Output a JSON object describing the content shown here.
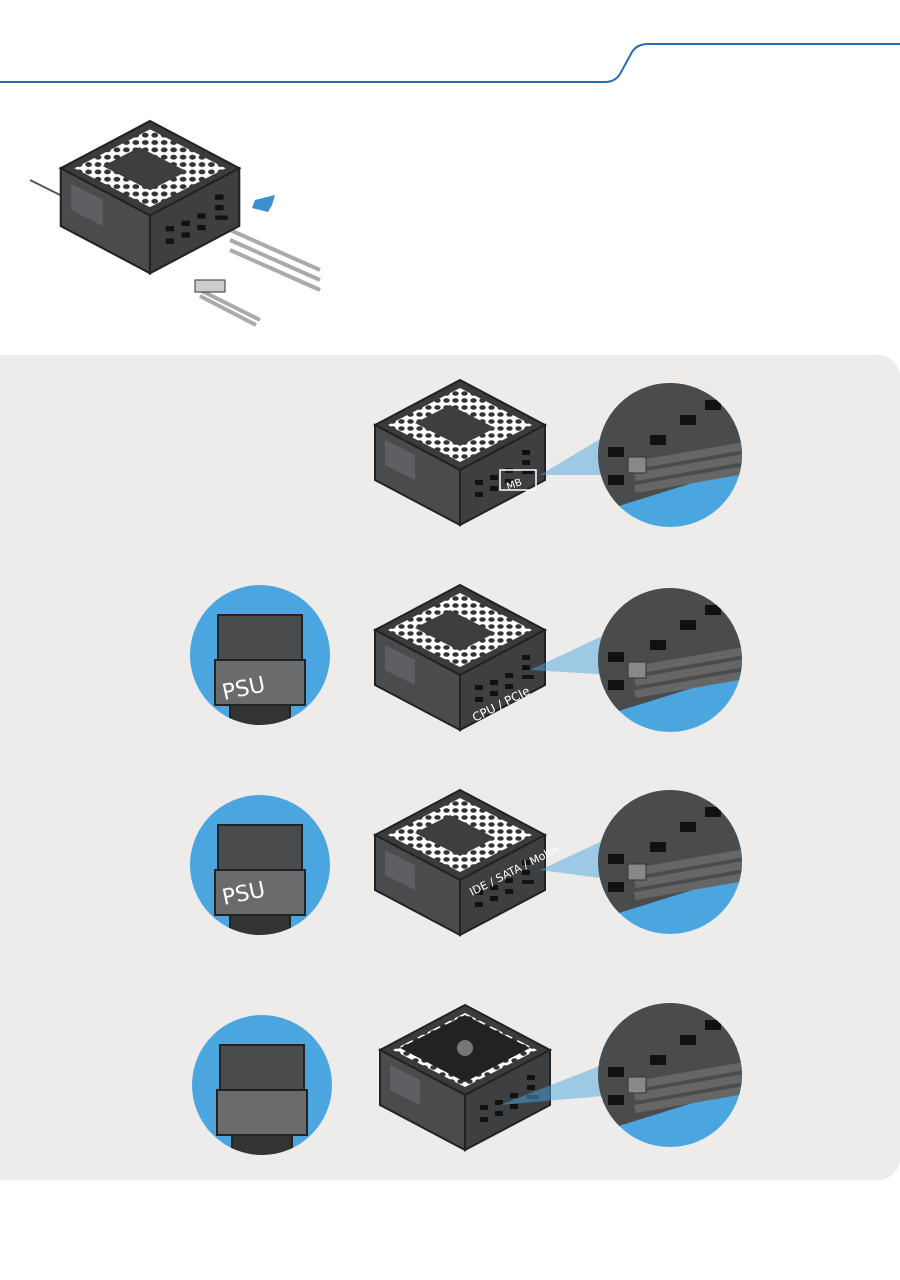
{
  "colors": {
    "accent": "#2a6cb0",
    "circle": "#4ba6e0",
    "panel": "#eeeceb",
    "psu": "#4a4b4d"
  },
  "rows": [
    {
      "port_label": "MB"
    },
    {
      "port_label": "CPU / PCIe",
      "connector_label": "PSU"
    },
    {
      "port_label": "IDE / SATA / Molex",
      "connector_label": "PSU"
    },
    {
      "port_label": ""
    }
  ]
}
